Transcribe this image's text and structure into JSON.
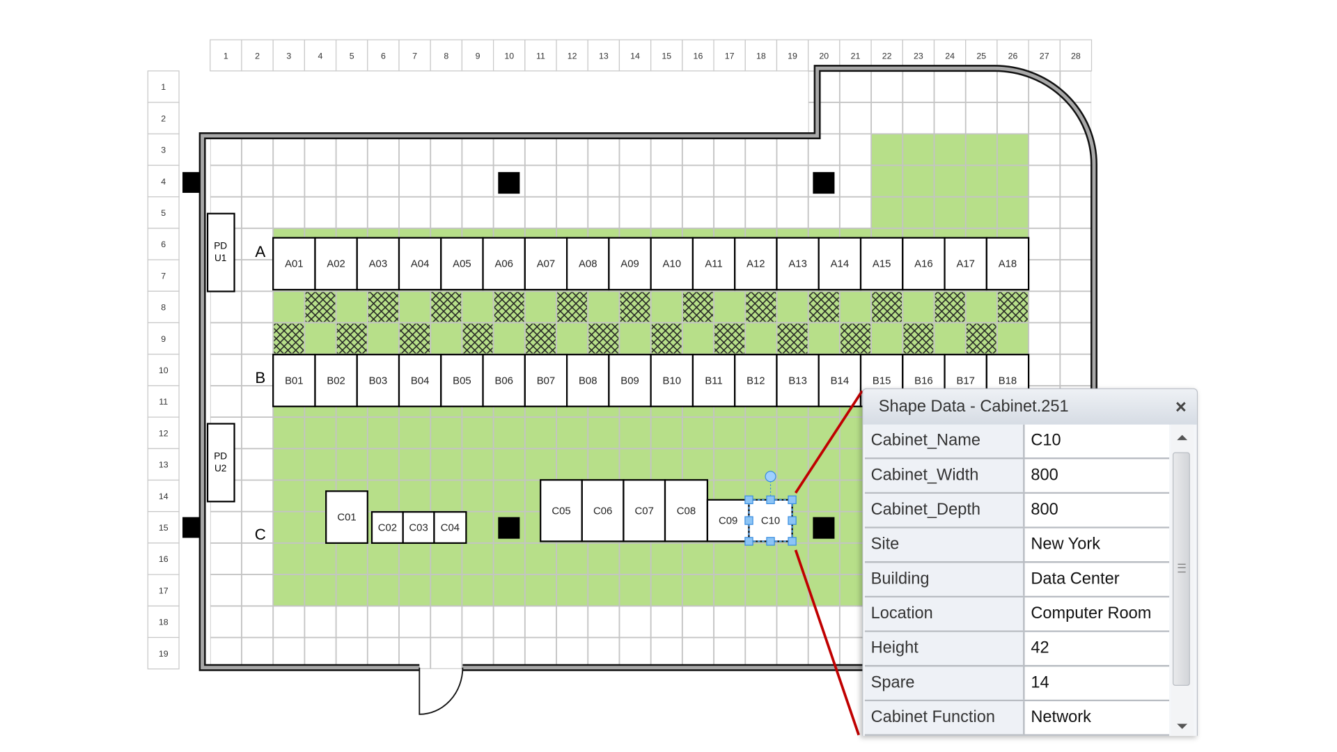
{
  "column_headers": [
    "1",
    "2",
    "3",
    "4",
    "5",
    "6",
    "7",
    "8",
    "9",
    "10",
    "11",
    "12",
    "13",
    "14",
    "15",
    "16",
    "17",
    "18",
    "19",
    "20",
    "21",
    "22",
    "23",
    "24",
    "25",
    "26",
    "27",
    "28"
  ],
  "row_headers": [
    "1",
    "2",
    "3",
    "4",
    "5",
    "6",
    "7",
    "8",
    "9",
    "10",
    "11",
    "12",
    "13",
    "14",
    "15",
    "16",
    "17",
    "18",
    "19"
  ],
  "row_labels": {
    "a": "A",
    "b": "B",
    "c": "C"
  },
  "pdus": [
    [
      "PD",
      "U1"
    ],
    [
      "PD",
      "U2"
    ]
  ],
  "cabinets_a": [
    "A01",
    "A02",
    "A03",
    "A04",
    "A05",
    "A06",
    "A07",
    "A08",
    "A09",
    "A10",
    "A11",
    "A12",
    "A13",
    "A14",
    "A15",
    "A16",
    "A17",
    "A18"
  ],
  "cabinets_b": [
    "B01",
    "B02",
    "B03",
    "B04",
    "B05",
    "B06",
    "B07",
    "B08",
    "B09",
    "B10",
    "B11",
    "B12",
    "B13",
    "B14",
    "B15",
    "B16",
    "B17",
    "B18"
  ],
  "cabinets_c": [
    "C01",
    "C02",
    "C03",
    "C04",
    "C05",
    "C06",
    "C07",
    "C08",
    "C09",
    "C10"
  ],
  "selected_cabinet": "C10",
  "colors": {
    "floor_green": "#b7df89",
    "grid": "#c4c4c4",
    "wall_fill": "#a8a8a8",
    "callout": "#c00000",
    "selection": "#3a8ee0"
  },
  "panel": {
    "title": "Shape Data - Cabinet.251",
    "close_icon": "×",
    "rows": [
      {
        "label": "Cabinet_Name",
        "value": "C10"
      },
      {
        "label": "Cabinet_Width",
        "value": "800"
      },
      {
        "label": "Cabinet_Depth",
        "value": "800"
      },
      {
        "label": "Site",
        "value": "New York"
      },
      {
        "label": "Building",
        "value": "Data Center"
      },
      {
        "label": "Location",
        "value": "Computer Room"
      },
      {
        "label": "Height",
        "value": "42"
      },
      {
        "label": "Spare",
        "value": "14"
      },
      {
        "label": "Cabinet Function",
        "value": "Network"
      }
    ]
  }
}
